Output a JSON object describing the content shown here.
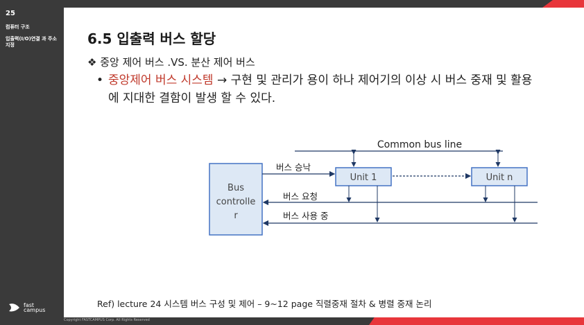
{
  "sidebar": {
    "chapter_number": "25",
    "chapter_title": "컴퓨터 구조",
    "chapter_subtitle": "입출력(I/O)연결 과 주소지정",
    "logo_line1": "fast",
    "logo_line2": "campus"
  },
  "slide": {
    "title": "6.5 입출력 버스 할당",
    "bullet1_marker": "❖",
    "bullet1": "중앙 제어 버스 .VS. 분산 제어 버스",
    "bullet2_marker": "•",
    "bullet2_highlight": "중앙제어 버스 시스템",
    "bullet2_rest": " → 구현 및 관리가 용이 하나 제어기의 이상 시 버스 중재 및 활용에 지대한 결함이 발생 할 수 있다."
  },
  "diagram": {
    "bus_label": "Common bus line",
    "controller_line1": "Bus",
    "controller_line2": "controlle",
    "controller_line3": "r",
    "unit1": "Unit 1",
    "unitn": "Unit n",
    "grant_label": "버스 승낙",
    "request_label": "버스 요청",
    "busy_label": "버스 사용 중",
    "colors": {
      "controller_fill": "#dde8f5",
      "controller_stroke": "#4472c4",
      "unit_fill": "#dde8f5",
      "unit_stroke": "#4472c4",
      "line": "#1f3864"
    }
  },
  "reference": "Ref) lecture 24 시스템 버스 구성 및 제어 – 9~12  page 직렬중재 절차 & 병렬 중재 논리",
  "copyright": "Copyright FASTCAMPUS Corp. All Rights Reserved",
  "colors": {
    "accent": "#e8363b",
    "dark": "#3a3a3a",
    "highlight": "#c0392b"
  }
}
